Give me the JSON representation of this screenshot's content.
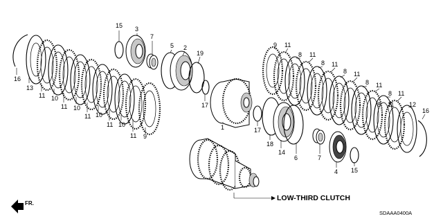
{
  "callouts": {
    "n16a": "16",
    "n13": "13",
    "n11a": "11",
    "n10a": "10",
    "n11b": "11",
    "n10b": "10",
    "n11c": "11",
    "n10c": "10",
    "n11d": "11",
    "n10d": "10",
    "n11e": "11",
    "n9a": "9",
    "n15a": "15",
    "n3": "3",
    "n7a": "7",
    "n5": "5",
    "n2": "2",
    "n19": "19",
    "n17a": "17",
    "n1": "1",
    "n17b": "17",
    "n18": "18",
    "n14": "14",
    "n6": "6",
    "n7b": "7",
    "n4": "4",
    "n15b": "15",
    "n9b": "9",
    "n11f": "11",
    "n8a": "8",
    "n11g": "11",
    "n8b": "8",
    "n11h": "11",
    "n8c": "8",
    "n11i": "11",
    "n8d": "8",
    "n11j": "11",
    "n8e": "8",
    "n11k": "11",
    "n12": "12",
    "n16b": "16",
    "n8f": "8",
    "n11l": "11"
  },
  "title": "LOW-THIRD CLUTCH",
  "diagram_code": "SDAAA0400A",
  "direction_label": "FR."
}
